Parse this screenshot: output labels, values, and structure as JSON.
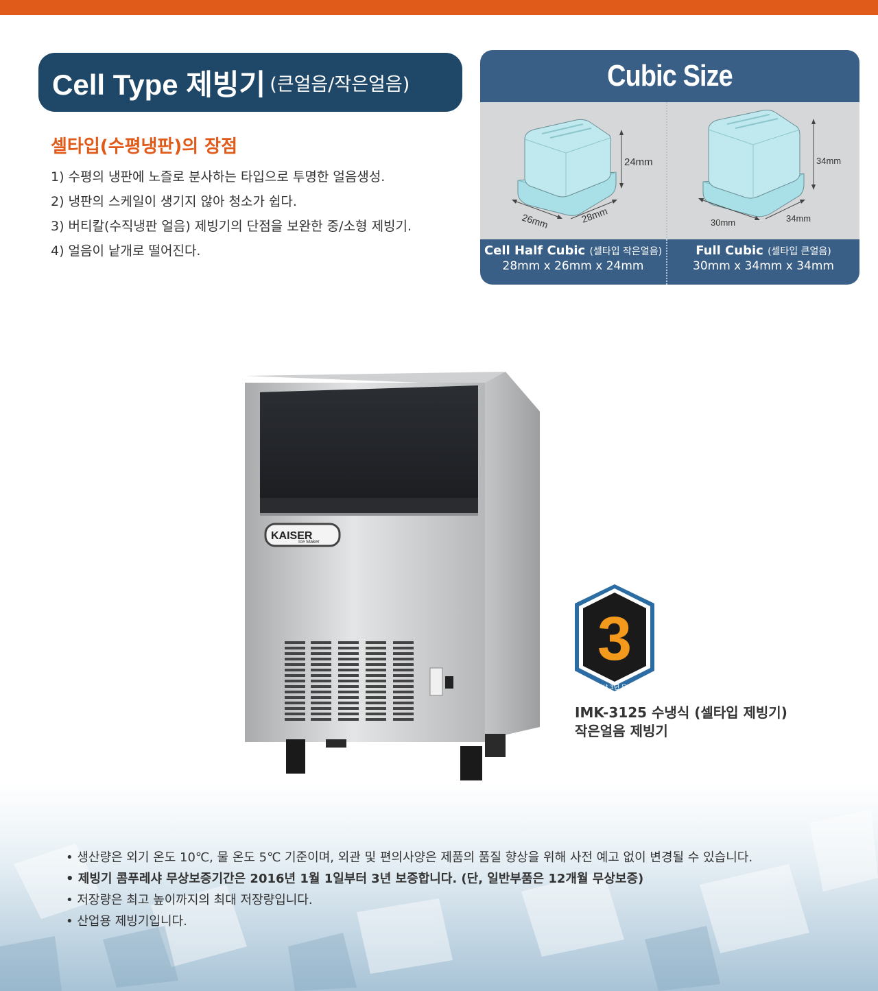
{
  "header": {
    "title_main": "Cell Type 제빙기",
    "title_sub": "(큰얼음/작은얼음)"
  },
  "advantages": {
    "heading": "셀타입(수평냉판)의 장점",
    "items": [
      "1) 수평의 냉판에 노즐로 분사하는 타입으로 투명한 얼음생성.",
      "2) 냉판의 스케일이 생기지 않아 청소가 쉽다.",
      "3) 버티칼(수직냉판 얼음) 제빙기의 단점을 보완한 중/소형 제빙기.",
      "4) 얼음이 낱개로 떨어진다."
    ]
  },
  "cubic": {
    "title": "Cubic Size",
    "half": {
      "dim_h": "24mm",
      "dim_a": "26mm",
      "dim_b": "28mm",
      "name": "Cell Half Cubic",
      "name_sub": "(셀타입 작은얼음)",
      "size": "28mm x 26mm x 24mm"
    },
    "full": {
      "dim_h": "34mm",
      "dim_a": "30mm",
      "dim_b": "34mm",
      "name": "Full Cubic",
      "name_sub": "(셀타입 큰얼음)",
      "size": "30mm x 34mm x 34mm"
    }
  },
  "product": {
    "brand": "KAISER",
    "brand_sub": "Ice Maker",
    "badge_number": "3",
    "badge_text": "컴프레샤 3년 무상보증",
    "model_line1": "IMK-3125 수냉식 (셀타입 제빙기)",
    "model_line2": "작은얼음 제빙기"
  },
  "notes": [
    "생산량은 외기 온도 10℃, 물 온도 5℃ 기준이며, 외관 및 편의사양은 제품의 품질 향상을 위해 사전 예고 없이 변경될 수 있습니다.",
    "제빙기 콤푸레샤 무상보증기간은 2016년 1월 1일부터 3년 보증합니다. (단, 일반부품은 12개월 무상보증)",
    "저장량은 최고 높이까지의 최대 저장량입니다.",
    "산업용 제빙기입니다."
  ],
  "colors": {
    "accent_orange": "#e05a1a",
    "navy": "#1f4767",
    "panel_blue": "#3a5f86",
    "ice_blue": "#a9dfe6"
  }
}
